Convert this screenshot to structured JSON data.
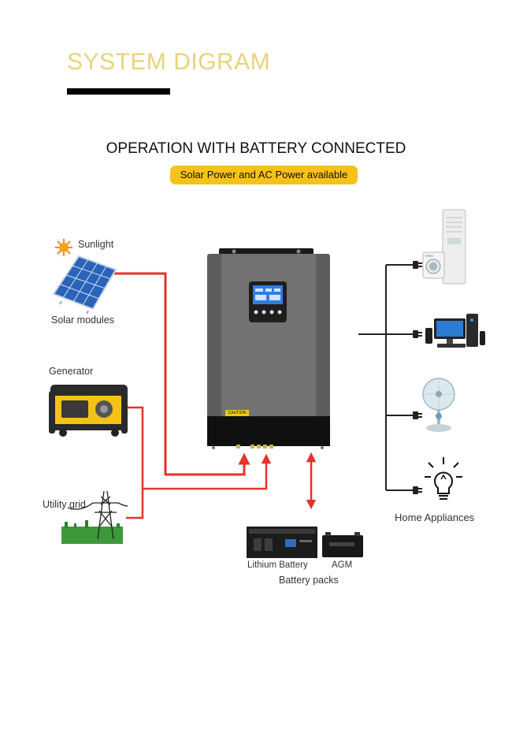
{
  "header": {
    "title": "SYSTEM DIGRAM",
    "subtitle": "OPERATION WITH BATTERY CONNECTED",
    "badge": "Solar Power and AC Power available"
  },
  "sources": {
    "sunlight": "Sunlight",
    "solar_modules": "Solar modules",
    "generator": "Generator",
    "utility_grid": "Utility grid"
  },
  "battery": {
    "lithium": "Lithium Battery",
    "agm": "AGM",
    "group_label": "Battery packs"
  },
  "loads": {
    "label": "Home Appliances"
  },
  "inverter": {
    "caution": "CAUTION"
  },
  "colors": {
    "accent_gold": "#e9d27a",
    "badge_yellow": "#f6c219",
    "flow_red": "#e3342a",
    "inverter_gray": "#6b6b6b"
  }
}
